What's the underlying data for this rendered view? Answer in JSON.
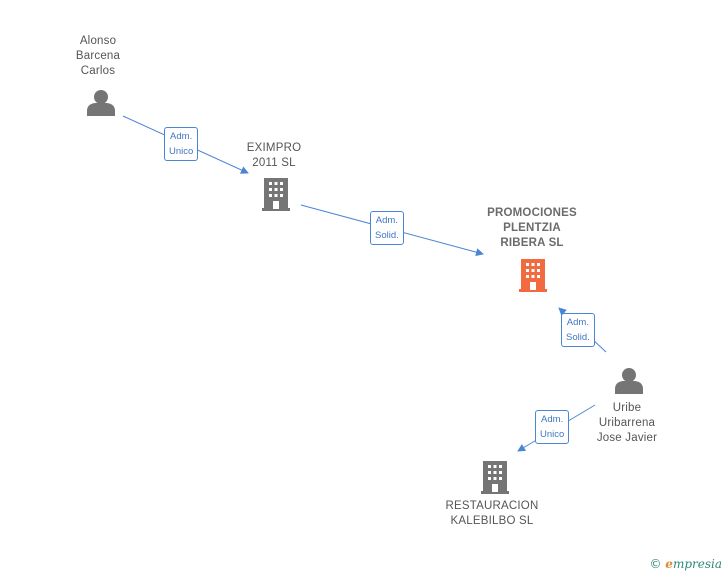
{
  "nodes": {
    "alonso": {
      "label": "Alonso\nBarcena\nCarlos",
      "kind": "person"
    },
    "eximpro": {
      "label": "EXIMPRO\n2011 SL",
      "kind": "company"
    },
    "promociones": {
      "label": "PROMOCIONES\nPLENTZIA\nRIBERA  SL",
      "kind": "company-focus"
    },
    "uribe": {
      "label": "Uribe\nUribarrena\nJose Javier",
      "kind": "person"
    },
    "restauracion": {
      "label": "RESTAURACION\nKALEBILBO SL",
      "kind": "company"
    }
  },
  "edges": {
    "e1": {
      "label": "Adm.\nUnico"
    },
    "e2": {
      "label": "Adm.\nSolid."
    },
    "e3": {
      "label": "Adm.\nSolid."
    },
    "e4": {
      "label": "Adm.\nUnico"
    }
  },
  "colors": {
    "edge": "#4a86d4",
    "person_icon": "#757575",
    "company_icon": "#757575",
    "focus_icon": "#f26a3f"
  },
  "brand": {
    "copyright": "©",
    "name_initial": "e",
    "name_rest": "mpresia"
  }
}
